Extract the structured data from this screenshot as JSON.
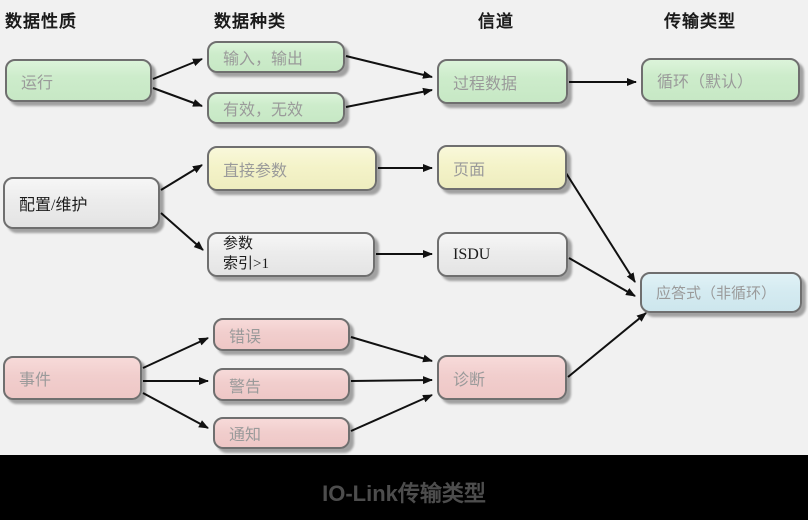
{
  "diagram": {
    "column_headers": [
      {
        "label": "数据性质"
      },
      {
        "label": "数据种类"
      },
      {
        "label": "信道"
      },
      {
        "label": "传输类型"
      }
    ],
    "nodes": [
      {
        "id": "operation",
        "label": "运行",
        "color": "green"
      },
      {
        "id": "input-output",
        "label": "输入，输出",
        "color": "green"
      },
      {
        "id": "valid-invalid",
        "label": "有效，无效",
        "color": "green"
      },
      {
        "id": "process-data",
        "label": "过程数据",
        "color": "green"
      },
      {
        "id": "cyclic-default",
        "label": "循环（默认）",
        "color": "green"
      },
      {
        "id": "config-maintenance",
        "label": "配置/维护",
        "color": "gray"
      },
      {
        "id": "direct-parameters",
        "label": "直接参数",
        "color": "yellow"
      },
      {
        "id": "page",
        "label": "页面",
        "color": "yellow"
      },
      {
        "id": "parameters-index",
        "label": "参数",
        "label2": "索引>1",
        "color": "gray"
      },
      {
        "id": "isdu",
        "label": "ISDU",
        "color": "gray"
      },
      {
        "id": "acyclic-response",
        "label": "应答式（非循环）",
        "color": "blue"
      },
      {
        "id": "events",
        "label": "事件",
        "color": "pink"
      },
      {
        "id": "error",
        "label": "错误",
        "color": "pink"
      },
      {
        "id": "warning",
        "label": "警告",
        "color": "pink"
      },
      {
        "id": "notification",
        "label": "通知",
        "color": "pink"
      },
      {
        "id": "diagnosis",
        "label": "诊断",
        "color": "pink"
      }
    ],
    "edges": [
      {
        "from": "operation",
        "to": "input-output"
      },
      {
        "from": "operation",
        "to": "valid-invalid"
      },
      {
        "from": "input-output",
        "to": "process-data"
      },
      {
        "from": "valid-invalid",
        "to": "process-data"
      },
      {
        "from": "process-data",
        "to": "cyclic-default"
      },
      {
        "from": "config-maintenance",
        "to": "direct-parameters"
      },
      {
        "from": "config-maintenance",
        "to": "parameters-index"
      },
      {
        "from": "direct-parameters",
        "to": "page"
      },
      {
        "from": "parameters-index",
        "to": "isdu"
      },
      {
        "from": "page",
        "to": "acyclic-response"
      },
      {
        "from": "isdu",
        "to": "acyclic-response"
      },
      {
        "from": "diagnosis",
        "to": "acyclic-response"
      },
      {
        "from": "events",
        "to": "error"
      },
      {
        "from": "events",
        "to": "warning"
      },
      {
        "from": "events",
        "to": "notification"
      },
      {
        "from": "error",
        "to": "diagnosis"
      },
      {
        "from": "warning",
        "to": "diagnosis"
      },
      {
        "from": "notification",
        "to": "diagnosis"
      }
    ],
    "palette": {
      "background": "#f1f1f1",
      "green": "#cdeccb",
      "yellow": "#f4f3c9",
      "gray": "#ececec",
      "pink": "#f1cecd",
      "blue": "#d5ebf1",
      "node_border": "#6f6f6f",
      "muted_text": "#9a9a9a",
      "dark_text": "#1c1c1c",
      "arrow": "#111111",
      "footer_bg": "#000000",
      "footer_text": "#4d4d4d"
    }
  },
  "footer": {
    "caption": "IO-Link传输类型"
  }
}
